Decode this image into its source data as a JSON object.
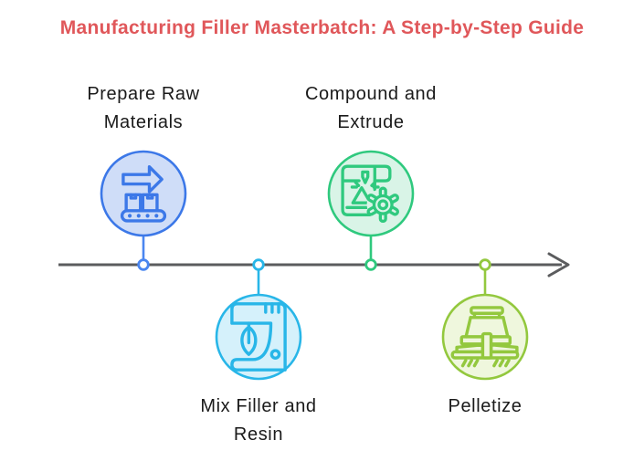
{
  "title": {
    "text": "Manufacturing Filler Masterbatch: A Step-by-Step Guide",
    "color": "#e0575a"
  },
  "background": "#ffffff",
  "text_color": "#1a1a1a",
  "timeline": {
    "color": "#5b5c5e",
    "direction": "left-to-right",
    "marker_fill": "#ffffff"
  },
  "steps": [
    {
      "order": 1,
      "label": "Prepare Raw Materials",
      "line1": "Prepare Raw",
      "line2": "Materials",
      "position": "above",
      "color": "#3c78e8",
      "stem_color": "#4a86f0",
      "fill": "#cfddf8",
      "icon": "conveyor-belt-arrow-icon"
    },
    {
      "order": 2,
      "label": "Mix Filler and Resin",
      "line1": "Mix Filler and",
      "line2": "Resin",
      "position": "below",
      "color": "#28b6e8",
      "stem_color": "#28b6e8",
      "fill": "#d5f1fb",
      "icon": "stand-mixer-icon"
    },
    {
      "order": 3,
      "label": "Compound and Extrude",
      "line1": "Compound and",
      "line2": "Extrude",
      "position": "above",
      "color": "#2fc97e",
      "stem_color": "#2fc97e",
      "fill": "#d9f4e7",
      "icon": "extruder-printer-gear-icon"
    },
    {
      "order": 4,
      "label": "Pelletize",
      "line1": "Pelletize",
      "line2": "",
      "position": "below",
      "color": "#93c83e",
      "stem_color": "#93c83e",
      "fill": "#eff7dd",
      "icon": "pelletizer-machine-icon"
    }
  ]
}
